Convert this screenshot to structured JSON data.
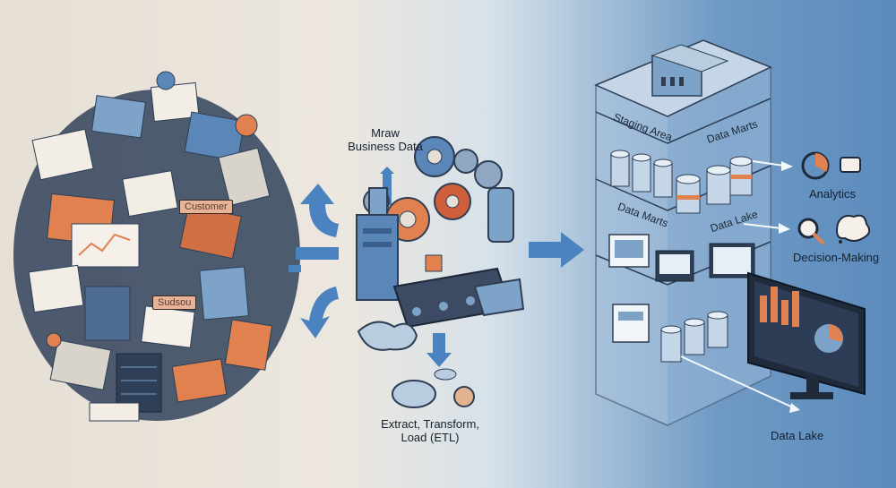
{
  "labels": {
    "raw_data": [
      "Mraw",
      "Business Data"
    ],
    "etl": [
      "Extract, Transform,",
      "Load (ETL)"
    ],
    "staging_area": "Staging Area",
    "data_marts_top": "Data Marts",
    "data_marts_mid": "Data Marts",
    "data_lake_mid": "Data Lake",
    "analytics": "Analytics",
    "decision_making": "Decision-Making",
    "data_lake_bottom": "Data Lake",
    "pile_customer": "Customer",
    "pile_sudsou": "Sudsou"
  },
  "colors": {
    "accent_orange": "#e0814f",
    "steel_blue": "#5a86b8",
    "navy": "#2d3e55",
    "arrow_blue": "#4b83c0"
  },
  "icons": [
    "gear-icon",
    "pie-chart-icon",
    "magnifier-icon",
    "thought-bubble-icon",
    "database-icon",
    "monitor-icon"
  ]
}
